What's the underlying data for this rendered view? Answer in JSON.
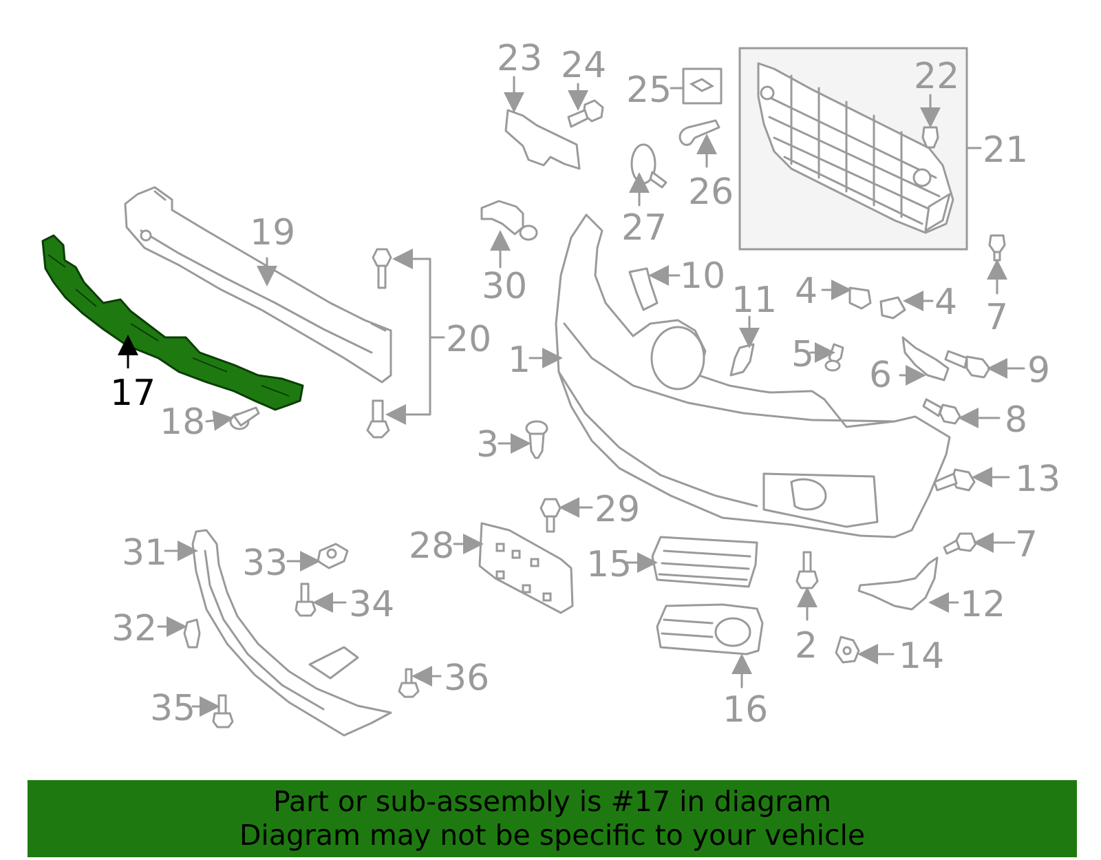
{
  "callouts": {
    "c1": "1",
    "c2": "2",
    "c3": "3",
    "c4a": "4",
    "c4b": "4",
    "c5": "5",
    "c6": "6",
    "c7a": "7",
    "c7b": "7",
    "c8": "8",
    "c9": "9",
    "c10": "10",
    "c11": "11",
    "c12": "12",
    "c13": "13",
    "c14": "14",
    "c15": "15",
    "c16": "16",
    "c17": "17",
    "c18": "18",
    "c19": "19",
    "c20": "20",
    "c21": "21",
    "c22": "22",
    "c23": "23",
    "c24": "24",
    "c25": "25",
    "c26": "26",
    "c27": "27",
    "c28": "28",
    "c29": "29",
    "c30": "30",
    "c31": "31",
    "c32": "32",
    "c33": "33",
    "c34": "34",
    "c35": "35",
    "c36": "36"
  },
  "banner": {
    "line1": "Part or sub-assembly is #17 in diagram",
    "line2": "Diagram may not be specific to your vehicle"
  },
  "colors": {
    "highlight_part": "#1e7a10",
    "banner_bg": "#1e7a10",
    "part_lines": "#9a9a9a"
  }
}
